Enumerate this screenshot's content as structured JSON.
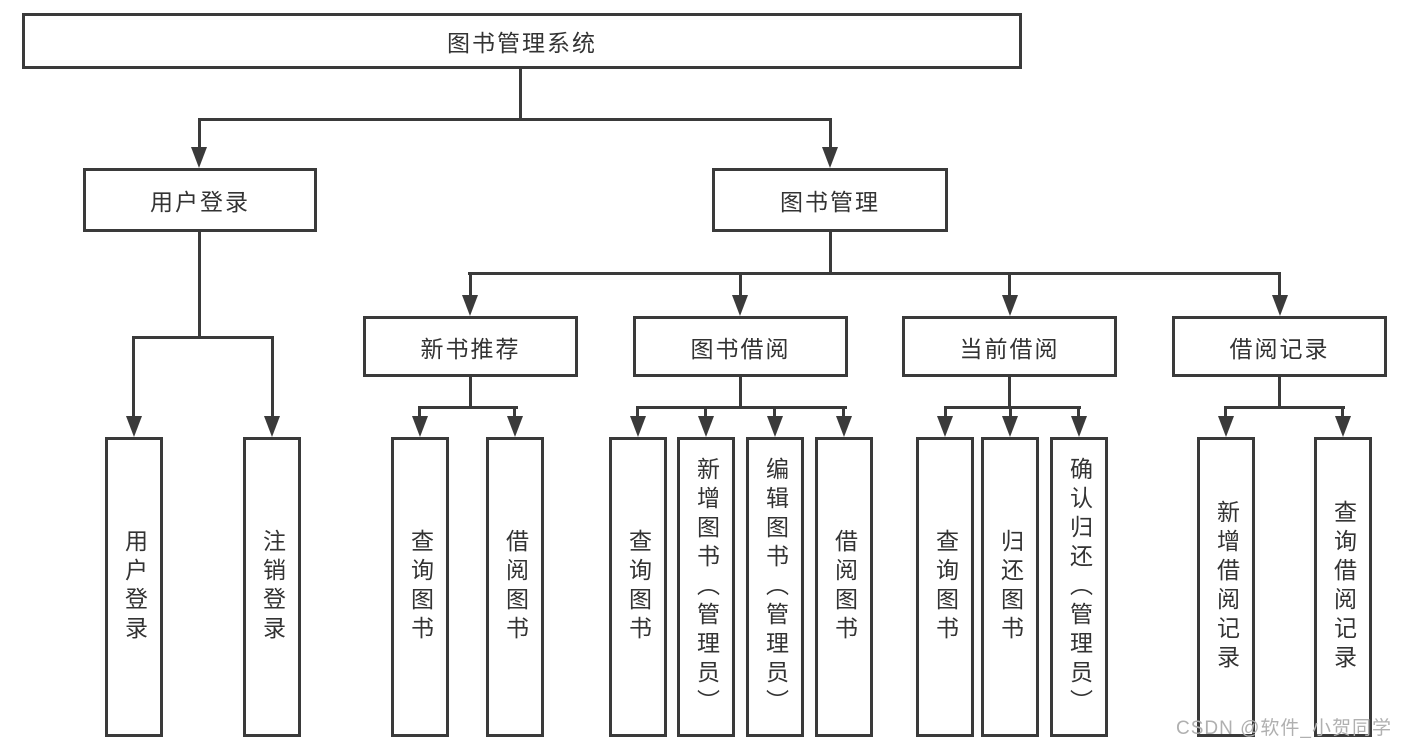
{
  "diagram": {
    "root": "图书管理系统",
    "level2": {
      "login": "用户登录",
      "manage": "图书管理"
    },
    "level3": {
      "recommend": "新书推荐",
      "borrow": "图书借阅",
      "current": "当前借阅",
      "records": "借阅记录"
    },
    "leaves": {
      "login": [
        "用户登录",
        "注销登录"
      ],
      "recommend": [
        "查询图书",
        "借阅图书"
      ],
      "borrow": [
        "查询图书",
        "新增图书（管理员）",
        "编辑图书（管理员）",
        "借阅图书"
      ],
      "current": [
        "查询图书",
        "归还图书",
        "确认归还（管理员）"
      ],
      "records": [
        "新增借阅记录",
        "查询借阅记录"
      ]
    }
  },
  "watermark": {
    "text": "CSDN @软件_小贺同学"
  },
  "colors": {
    "line": "#3a3a3a",
    "text": "#333333",
    "watermark": "#b0b0b0",
    "background": "#ffffff"
  }
}
